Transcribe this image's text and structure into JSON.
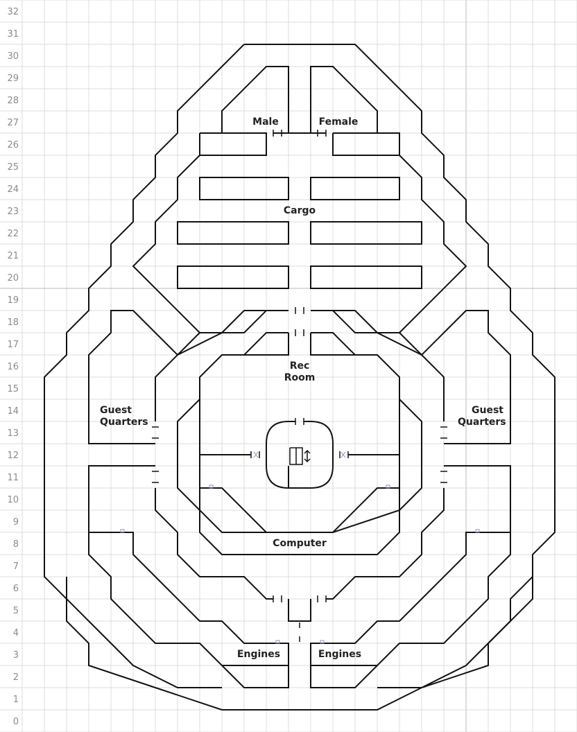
{
  "grid": {
    "y_labels": [
      "0",
      "1",
      "2",
      "3",
      "4",
      "5",
      "6",
      "7",
      "8",
      "9",
      "10",
      "11",
      "12",
      "13",
      "14",
      "15",
      "16",
      "17",
      "18",
      "19",
      "20",
      "21",
      "22",
      "23",
      "24",
      "25",
      "26",
      "27",
      "28",
      "29",
      "30",
      "31",
      "32"
    ]
  },
  "rooms": {
    "male": "Male",
    "female": "Female",
    "cargo": "Cargo",
    "rec_room": [
      "Rec",
      "Room"
    ],
    "guest_left": [
      "Guest",
      "Quarters"
    ],
    "guest_right": [
      "Guest",
      "Quarters"
    ],
    "computer": "Computer",
    "engines_left": "Engines",
    "engines_right": "Engines"
  },
  "colors": {
    "grid": "#dcdcdc",
    "grid_major": "#b8b8b8",
    "wall": "#111111",
    "label": "#222222",
    "axis_text": "#8a8a8a"
  }
}
